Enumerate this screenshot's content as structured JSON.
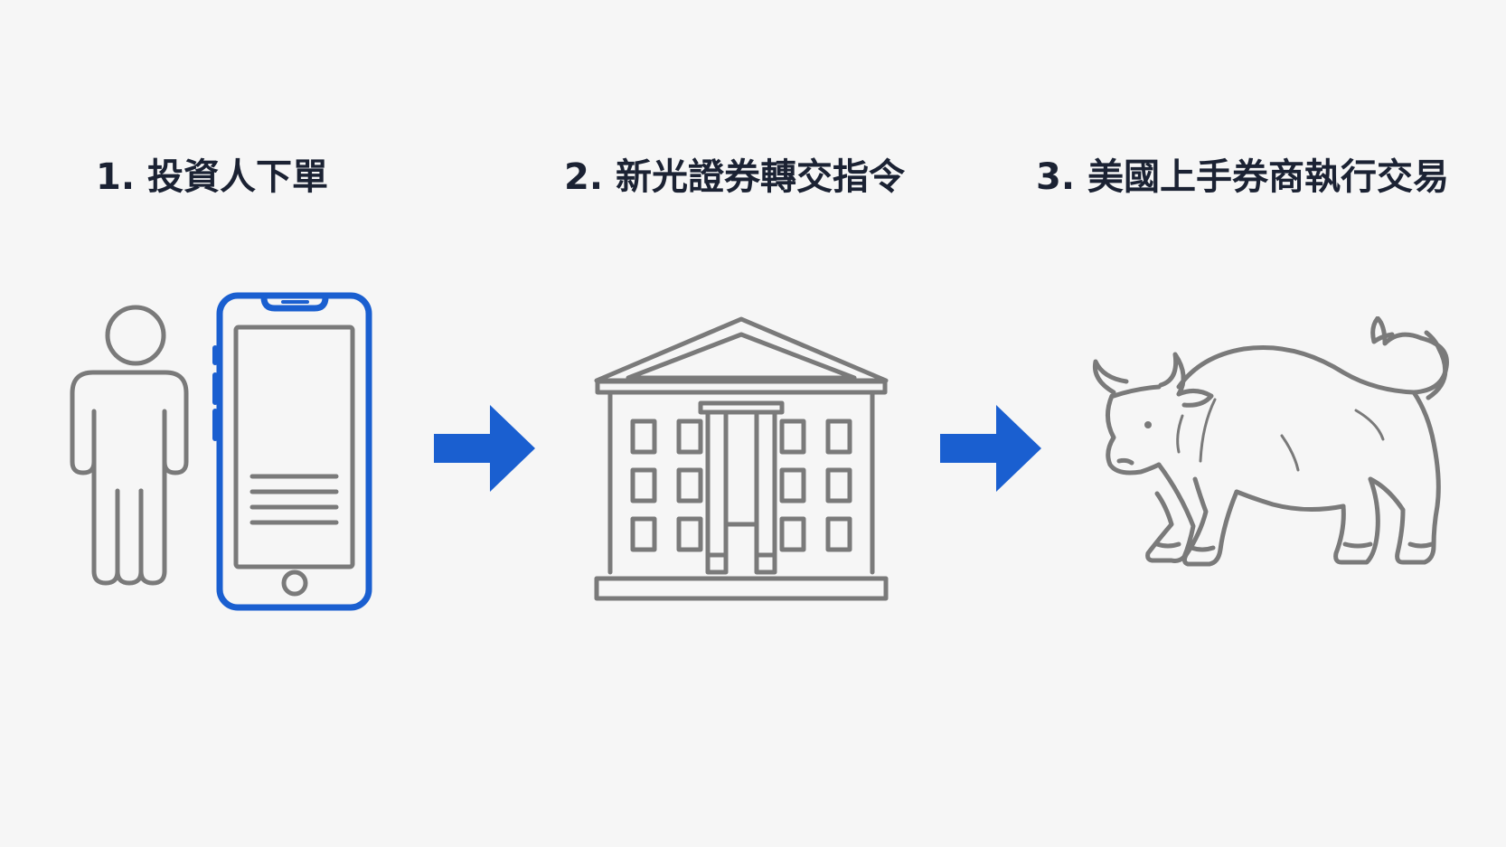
{
  "steps": [
    {
      "label": "1. 投資人下單",
      "icon": "investor-phone-icon"
    },
    {
      "label": "2. 新光證券轉交指令",
      "icon": "bank-building-icon"
    },
    {
      "label": "3. 美國上手券商執行交易",
      "icon": "bull-icon"
    }
  ],
  "arrows": [
    {
      "icon": "arrow-right-icon"
    },
    {
      "icon": "arrow-right-icon"
    }
  ],
  "colors": {
    "background": "#f6f6f6",
    "text": "#1b2233",
    "icon_gray": "#7a7a7a",
    "accent_blue": "#1a5fd0"
  }
}
